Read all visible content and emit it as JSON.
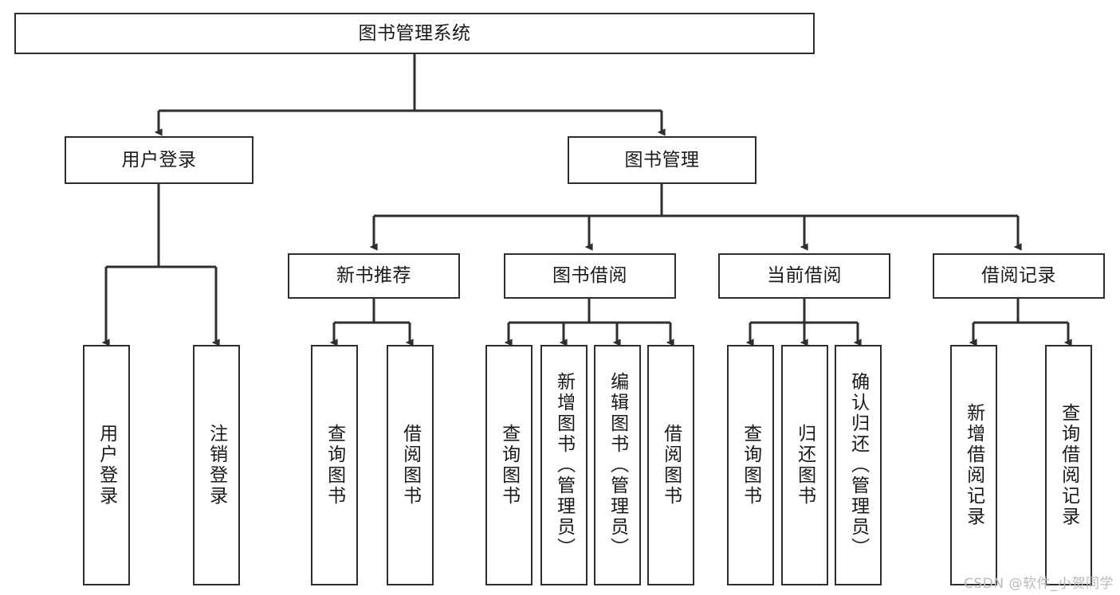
{
  "diagram": {
    "title": "图书管理系统",
    "type": "tree-hierarchy-diagram",
    "watermark": "CSDN @软件_小贺同学",
    "colors": {
      "stroke": "#2e2e2e",
      "fill": "#ffffff",
      "text": "#1a1a1a",
      "watermark": "#b9b9b9"
    },
    "nodes": {
      "root": {
        "label": "图书管理系统",
        "orientation": "horizontal",
        "level": 1
      },
      "l2_user_login": {
        "label": "用户登录",
        "orientation": "horizontal",
        "level": 2
      },
      "l2_book_manage": {
        "label": "图书管理",
        "orientation": "horizontal",
        "level": 2
      },
      "l3_new_book_rec": {
        "label": "新书推荐",
        "orientation": "horizontal",
        "level": 3
      },
      "l3_book_borrow": {
        "label": "图书借阅",
        "orientation": "horizontal",
        "level": 3
      },
      "l3_current_borrow": {
        "label": "当前借阅",
        "orientation": "horizontal",
        "level": 3
      },
      "l3_borrow_record": {
        "label": "借阅记录",
        "orientation": "horizontal",
        "level": 3
      },
      "leaf_user_login": {
        "label": "用户登录",
        "orientation": "vertical",
        "level": 3
      },
      "leaf_user_logout": {
        "label": "注销登录",
        "orientation": "vertical",
        "level": 3
      },
      "leaf_rec_query_book": {
        "label": "查询图书",
        "orientation": "vertical",
        "level": 4
      },
      "leaf_rec_borrow_book": {
        "label": "借阅图书",
        "orientation": "vertical",
        "level": 4
      },
      "leaf_borrow_query_book": {
        "label": "查询图书",
        "orientation": "vertical",
        "level": 4
      },
      "leaf_add_book_admin": {
        "label": "新增图书（管理员）",
        "orientation": "vertical",
        "level": 4
      },
      "leaf_edit_book_admin": {
        "label": "编辑图书（管理员）",
        "orientation": "vertical",
        "level": 4
      },
      "leaf_borrow_book": {
        "label": "借阅图书",
        "orientation": "vertical",
        "level": 4
      },
      "leaf_cur_query_book": {
        "label": "查询图书",
        "orientation": "vertical",
        "level": 4
      },
      "leaf_return_book": {
        "label": "归还图书",
        "orientation": "vertical",
        "level": 4
      },
      "leaf_confirm_return_admin": {
        "label": "确认归还（管理员）",
        "orientation": "vertical",
        "level": 4
      },
      "leaf_add_borrow_record": {
        "label": "新增借阅记录",
        "orientation": "vertical",
        "level": 4
      },
      "leaf_query_borrow_record": {
        "label": "查询借阅记录",
        "orientation": "vertical",
        "level": 4
      }
    },
    "edges": [
      {
        "from": "root",
        "to": "l2_user_login"
      },
      {
        "from": "root",
        "to": "l2_book_manage"
      },
      {
        "from": "l2_user_login",
        "to": "leaf_user_login"
      },
      {
        "from": "l2_user_login",
        "to": "leaf_user_logout"
      },
      {
        "from": "l2_book_manage",
        "to": "l3_new_book_rec"
      },
      {
        "from": "l2_book_manage",
        "to": "l3_book_borrow"
      },
      {
        "from": "l2_book_manage",
        "to": "l3_current_borrow"
      },
      {
        "from": "l2_book_manage",
        "to": "l3_borrow_record"
      },
      {
        "from": "l3_new_book_rec",
        "to": "leaf_rec_query_book"
      },
      {
        "from": "l3_new_book_rec",
        "to": "leaf_rec_borrow_book"
      },
      {
        "from": "l3_book_borrow",
        "to": "leaf_borrow_query_book"
      },
      {
        "from": "l3_book_borrow",
        "to": "leaf_add_book_admin"
      },
      {
        "from": "l3_book_borrow",
        "to": "leaf_edit_book_admin"
      },
      {
        "from": "l3_book_borrow",
        "to": "leaf_borrow_book"
      },
      {
        "from": "l3_current_borrow",
        "to": "leaf_cur_query_book"
      },
      {
        "from": "l3_current_borrow",
        "to": "leaf_return_book"
      },
      {
        "from": "l3_current_borrow",
        "to": "leaf_confirm_return_admin"
      },
      {
        "from": "l3_borrow_record",
        "to": "leaf_add_borrow_record"
      },
      {
        "from": "l3_borrow_record",
        "to": "leaf_query_borrow_record"
      }
    ]
  }
}
